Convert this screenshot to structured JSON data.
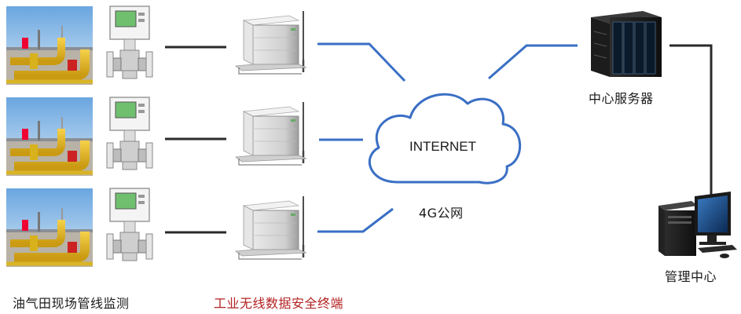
{
  "labels": {
    "field_caption": "油气田现场管线监测",
    "terminal_caption": "工业无线数据安全终端",
    "cloud_text": "INTERNET",
    "network_caption": "4G公网",
    "server_caption": "中心服务器",
    "management_caption": "管理中心"
  },
  "colors": {
    "link_blue": "#3a6fc4",
    "wire_dark": "#2a2a2a",
    "caption_red": "#b32222"
  },
  "icons": {
    "field_site": "oil-pipeline-photo",
    "flow_meter": "flow-meter-icon",
    "terminal": "wireless-terminal-icon",
    "cloud": "cloud-icon",
    "server": "server-rack-icon",
    "computer": "desktop-computer-icon"
  }
}
